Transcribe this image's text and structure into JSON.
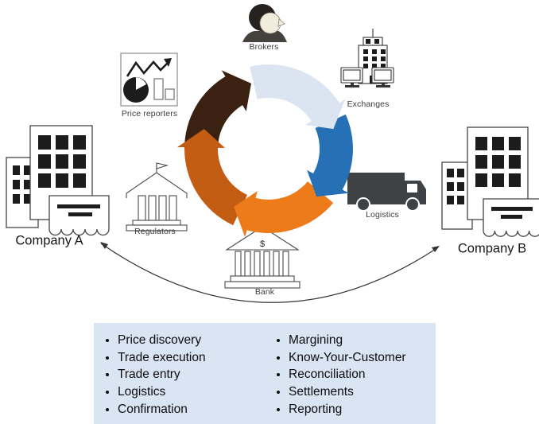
{
  "diagram": {
    "nodes": {
      "brokers": {
        "label": "Brokers"
      },
      "exchanges": {
        "label": "Exchanges"
      },
      "logistics": {
        "label": "Logistics"
      },
      "company_b": {
        "label": "Company B"
      },
      "bank": {
        "label": "Bank",
        "symbol": "$"
      },
      "regulators": {
        "label": "Regulators"
      },
      "price_reporters": {
        "label": "Price reporters"
      },
      "company_a": {
        "label": "Company A"
      }
    },
    "cycle": {
      "segments": [
        {
          "name": "cycle-arrow-top",
          "color": "#dbe5f2"
        },
        {
          "name": "cycle-arrow-right",
          "color": "#2671b6"
        },
        {
          "name": "cycle-arrow-bottom",
          "color": "#ee7b1a"
        },
        {
          "name": "cycle-arrow-bottom-left",
          "color": "#c25d13"
        },
        {
          "name": "cycle-arrow-left",
          "color": "#3a2112"
        }
      ]
    }
  },
  "process_list": {
    "background": "#d9e5f3",
    "left": [
      "Price discovery",
      "Trade execution",
      "Trade entry",
      "Logistics",
      "Confirmation"
    ],
    "right": [
      "Margining",
      "Know-Your-Customer",
      "Reconciliation",
      "Settlements",
      "Reporting"
    ]
  }
}
